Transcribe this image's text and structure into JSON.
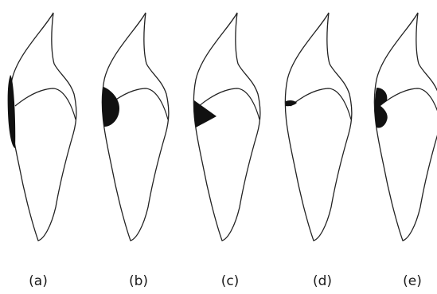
{
  "figure": {
    "panels": [
      {
        "id": "a",
        "label": "(a)"
      },
      {
        "id": "b",
        "label": "(b)"
      },
      {
        "id": "c",
        "label": "(c)"
      },
      {
        "id": "d",
        "label": "(d)"
      },
      {
        "id": "e",
        "label": "(e)"
      }
    ],
    "colors": {
      "outline": "#222222",
      "lesion": "#111111",
      "background": "#ffffff"
    }
  }
}
